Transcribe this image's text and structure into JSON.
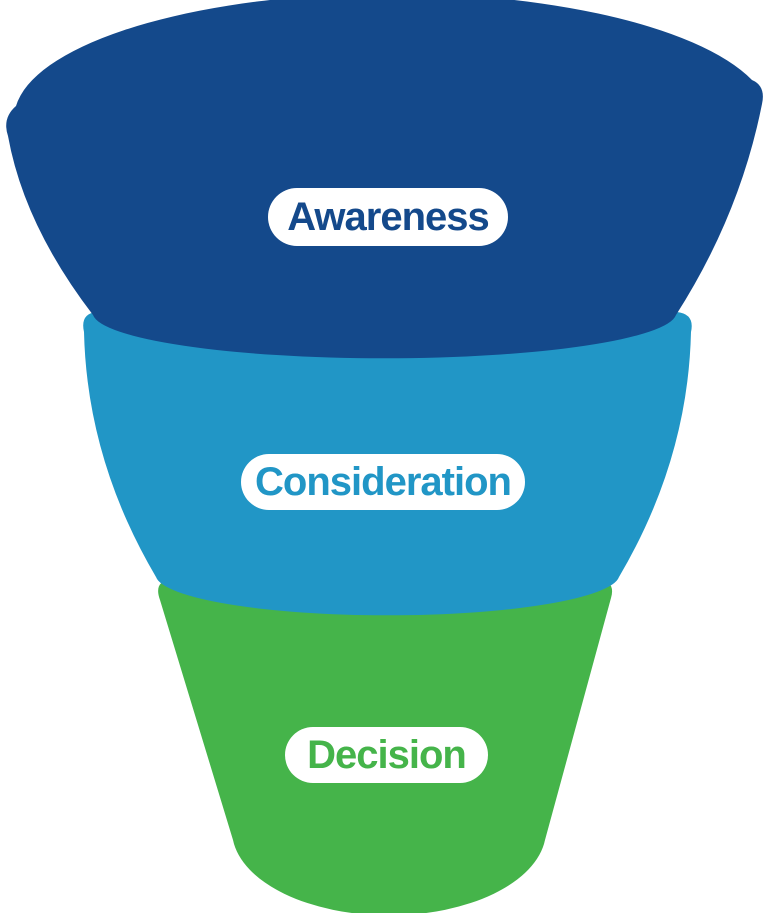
{
  "funnel": {
    "stages": [
      {
        "label": "Awareness",
        "color": "#14498B"
      },
      {
        "label": "Consideration",
        "color": "#2196C6"
      },
      {
        "label": "Decision",
        "color": "#45B44A"
      }
    ],
    "label_pill_background": "#FFFFFF"
  }
}
